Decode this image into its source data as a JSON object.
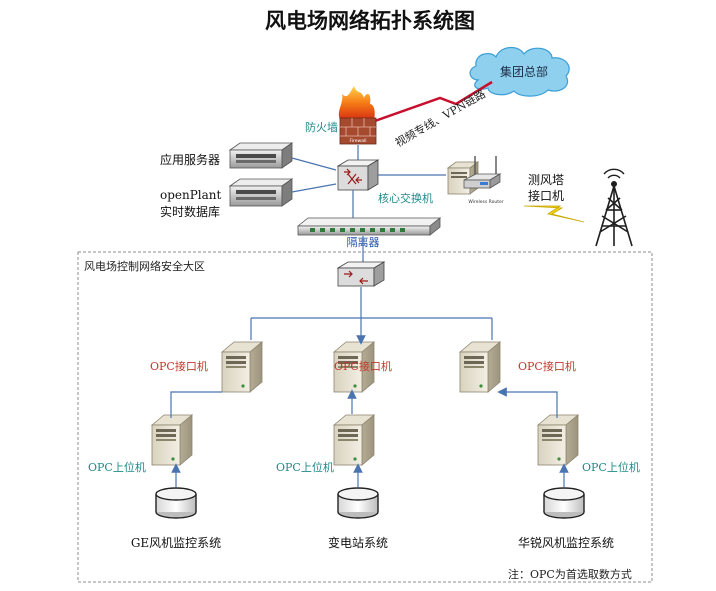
{
  "title": "风电场网络拓扑系统图",
  "top": {
    "cloud_label": "集团总部",
    "link_label": "视频专线、VPN链路",
    "firewall_label": "防火墙",
    "firewall_badge": "Firewall",
    "app_server_label": "应用服务器",
    "rtdb_label_line1": "openPlant",
    "rtdb_label_line2": "实时数据库",
    "core_switch_label": "核心交换机",
    "tower_iface_line1": "测风塔",
    "tower_iface_line2": "接口机",
    "router_badge": "Wireless Router",
    "isolator_label": "隔离器"
  },
  "zone": {
    "label": "风电场控制网络安全大区",
    "note": "注：OPC为首选取数方式"
  },
  "branches": [
    {
      "opc_iface": "OPC接口机",
      "opc_host": "OPC上位机",
      "system": "GE风机监控系统"
    },
    {
      "opc_iface": "OPC接口机",
      "opc_host": "OPC上位机",
      "system": "变电站系统"
    },
    {
      "opc_iface": "OPC接口机",
      "opc_host": "OPC上位机",
      "system": "华锐风机监控系统"
    }
  ],
  "colors": {
    "link_blue": "#4a74b0",
    "label_teal": "#1f8a8a",
    "label_red": "#c0392b",
    "vpn_red": "#c8102e",
    "cloud": "#8fd0ef",
    "zone_border": "#8c8c8c"
  }
}
